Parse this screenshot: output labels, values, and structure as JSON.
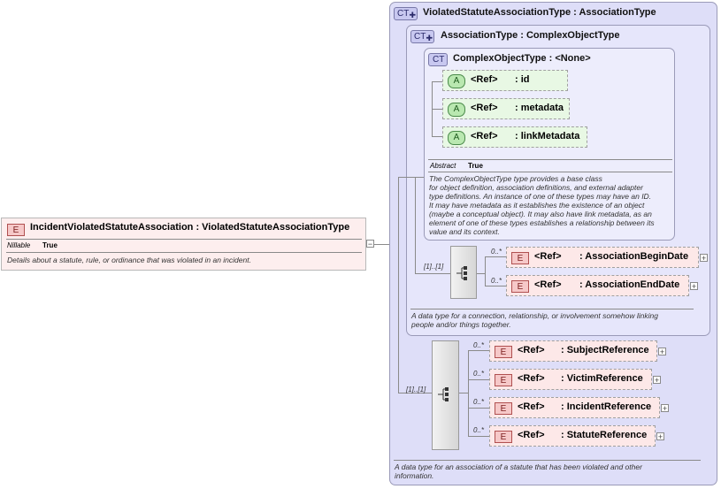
{
  "root": {
    "badge": "E",
    "name": "IncidentViolatedStatuteAssociation : ViolatedStatuteAssociationType",
    "nillable_key": "Nillable",
    "nillable_val": "True",
    "doc": "Details about a statute, rule, or ordinance that was violated in an incident."
  },
  "outer_type": {
    "badge": "CT",
    "name": "ViolatedStatuteAssociationType : AssociationType",
    "doc_l1": "A data type for an association of a statute that has been violated and other",
    "doc_l2": "information."
  },
  "assoc_type": {
    "badge": "CT",
    "name": "AssociationType : ComplexObjectType",
    "doc_l1": "A data type for a connection, relationship, or involvement somehow linking",
    "doc_l2": "people and/or things together."
  },
  "complex_type": {
    "badge": "CT",
    "name": "ComplexObjectType : <None>",
    "abstract_key": "Abstract",
    "abstract_val": "True",
    "doc": [
      "The ComplexObjectType type provides a base class",
      "for object definition, association definitions, and external adapter",
      "type definitions. An instance of one of these types may have an ID.",
      "It may have metadata as it establishes the existence of an object",
      "(maybe a conceptual object). It may also have link metadata, as an",
      "element of one of these types establishes a relationship between its",
      "value and its context."
    ],
    "attributes": [
      {
        "badge": "A",
        "ref": "<Ref>",
        "name": ": id"
      },
      {
        "badge": "A",
        "ref": "<Ref>",
        "name": ": metadata"
      },
      {
        "badge": "A",
        "ref": "<Ref>",
        "name": ": linkMetadata"
      }
    ]
  },
  "assoc_sequence": {
    "cardinality": "[1]..[1]",
    "elements": [
      {
        "badge": "E",
        "ref": "<Ref>",
        "name": ": AssociationBeginDate",
        "card": "0..*"
      },
      {
        "badge": "E",
        "ref": "<Ref>",
        "name": ": AssociationEndDate",
        "card": "0..*"
      }
    ]
  },
  "outer_sequence": {
    "cardinality": "[1]..[1]",
    "elements": [
      {
        "badge": "E",
        "ref": "<Ref>",
        "name": ": SubjectReference",
        "card": "0..*"
      },
      {
        "badge": "E",
        "ref": "<Ref>",
        "name": ": VictimReference",
        "card": "0..*"
      },
      {
        "badge": "E",
        "ref": "<Ref>",
        "name": ": IncidentReference",
        "card": "0..*"
      },
      {
        "badge": "E",
        "ref": "<Ref>",
        "name": ": StatuteReference",
        "card": "0..*"
      }
    ]
  },
  "icons": {
    "expand": "plus-icon",
    "collapse": "minus-icon",
    "sequence": "sequence-icon"
  }
}
